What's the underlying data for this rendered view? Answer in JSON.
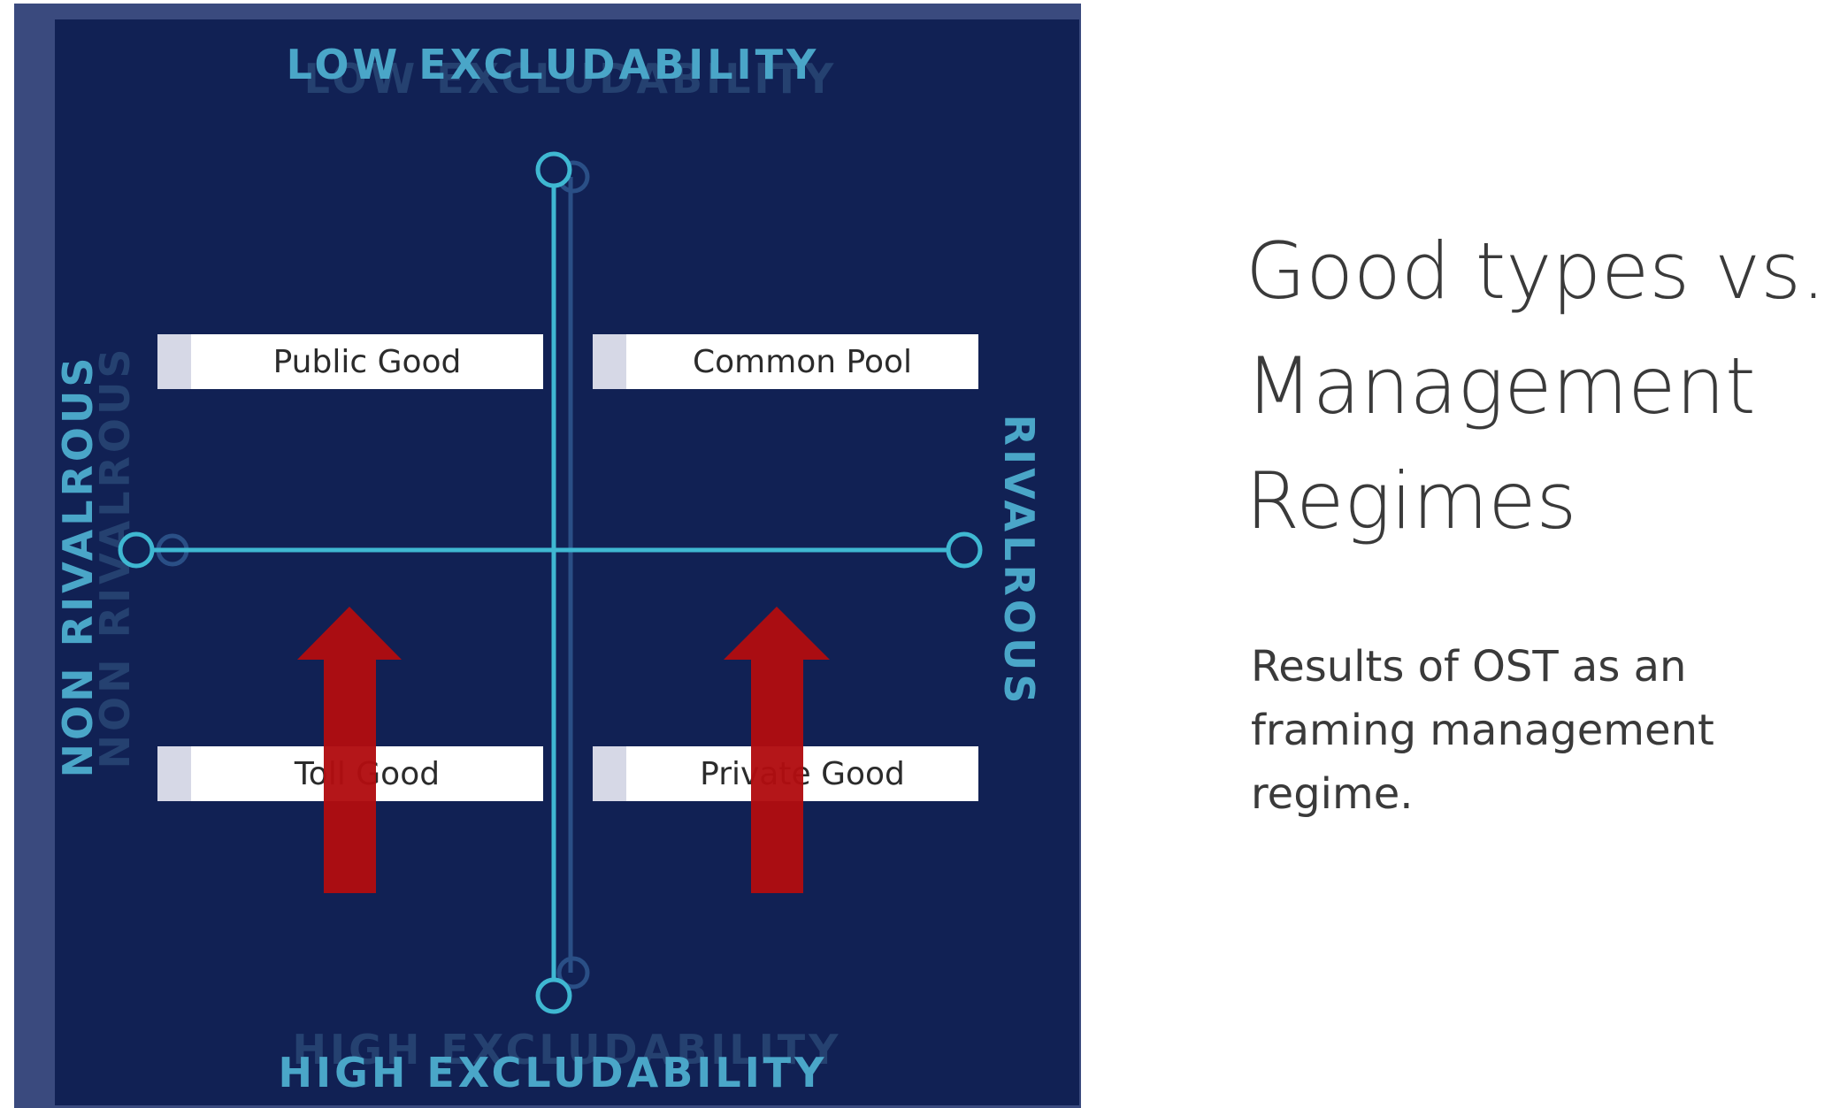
{
  "diagram": {
    "axes": {
      "top": "LOW EXCLUDABILITY",
      "bottom": "HIGH EXCLUDABILITY",
      "left": "NON RIVALROUS",
      "right": "RIVALROUS"
    },
    "quadrants": {
      "top_left": "Public Good",
      "top_right": "Common Pool",
      "bottom_left": "Toll Good",
      "bottom_right": "Private Good"
    },
    "arrows": [
      {
        "from": "Toll Good",
        "direction": "up"
      },
      {
        "from": "Private Good",
        "direction": "up"
      }
    ],
    "colors": {
      "panel": "#112154",
      "axis_line": "#3fb8d2",
      "axis_label": "#4aa6c8",
      "arrow": "#b10d10"
    }
  },
  "slide": {
    "title": "Good types vs. Management Regimes",
    "body": "Results of OST as an framing management regime."
  }
}
